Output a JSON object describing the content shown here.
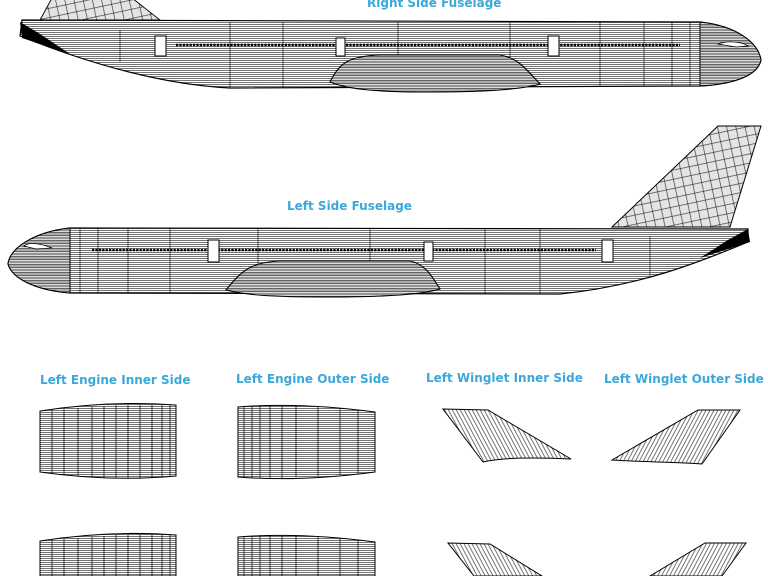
{
  "labels": {
    "right_fuselage": "Right Side Fuselage",
    "left_fuselage": "Left Side Fuselage",
    "engine_inner": "Left Engine Inner Side",
    "engine_outer": "Left Engine Outer Side",
    "winglet_inner": "Left Winglet Inner Side",
    "winglet_outer": "Left Winglet Outer Side"
  },
  "colors": {
    "label": "#3BA8DA",
    "mesh_stroke": "#000000",
    "mesh_fill": "#ffffff",
    "tail_fill": "#e6e6e6"
  }
}
